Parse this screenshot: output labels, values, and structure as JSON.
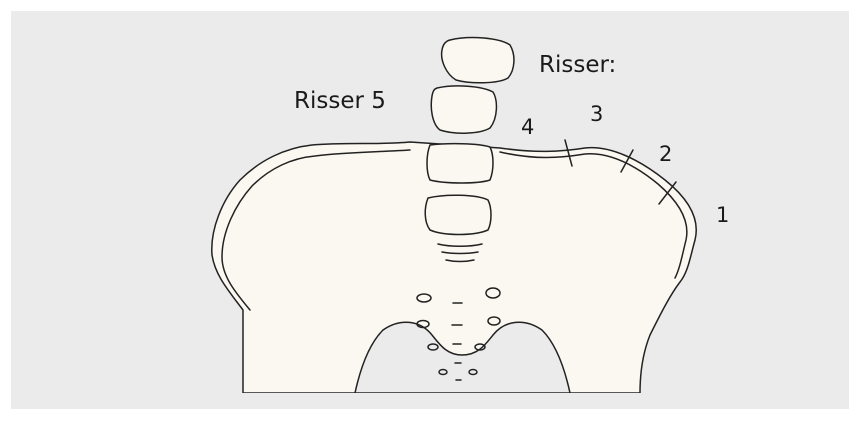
{
  "labels": {
    "title": "Risser:",
    "risser5": "Risser 5",
    "grade4": "4",
    "grade3": "3",
    "grade2": "2",
    "grade1": "1"
  },
  "colors": {
    "panel_background": "#ebebeb",
    "bone_fill": "#fbf8f1",
    "outline": "#222222"
  }
}
